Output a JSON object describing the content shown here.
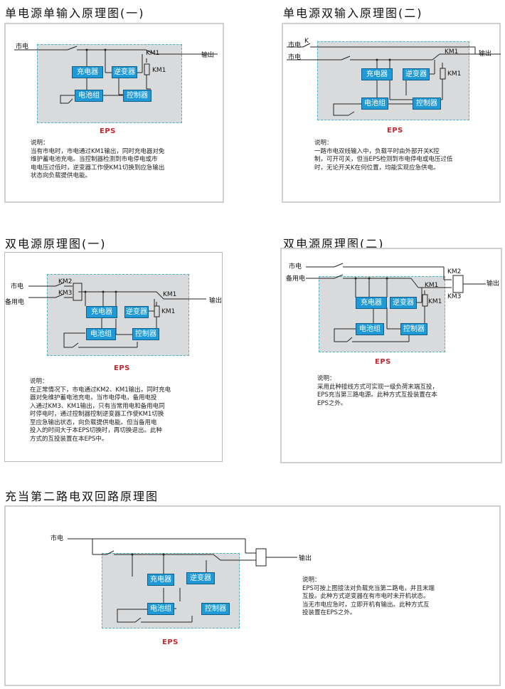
{
  "diagrams": [
    {
      "title": "单电源单输入原理图(一)",
      "labels": {
        "mains": "市电",
        "output": "输出",
        "km1_switch": "KM1",
        "km1_relay": "KM1"
      },
      "blocks": {
        "charger": "充电器",
        "inverter": "逆变器",
        "battery": "电池组",
        "controller": "控制器"
      },
      "eps": "EPS",
      "desc_title": "说明：",
      "desc_lines": [
        "当有市电时，市电通过KM1输出，同时充电器对免",
        "维护蓄电池充电。当控制器检测到市电停电或市",
        "电电压过低时，逆变器工作使KM1切换到应急输出",
        "状态向负载提供电能。"
      ]
    },
    {
      "title": "单电源双输入原理图(二)",
      "labels": {
        "mains1": "市电",
        "switch_k": "K",
        "mains2": "市电",
        "output": "输出",
        "km1_switch": "KM1",
        "km1_relay": "KM1"
      },
      "blocks": {
        "charger": "充电器",
        "inverter": "逆变器",
        "battery": "电池组",
        "controller": "控制器"
      },
      "eps": "EPS",
      "desc_title": "说明：",
      "desc_lines": [
        "一路市电双线输入中，负载平时由外部开关K控",
        "制，可开可关，但当EPS检测到市电停电或电压过低",
        "时，无论开关K在何位置，均能实现应急供电。"
      ]
    },
    {
      "title": "双电源原理图(一)",
      "labels": {
        "mains": "市电",
        "backup": "备用电",
        "km2": "KM2",
        "km3": "KM3",
        "km1_switch": "KM1",
        "km1_relay": "KM1",
        "output": "输出"
      },
      "blocks": {
        "charger": "充电器",
        "inverter": "逆变器",
        "battery": "电池组",
        "controller": "控制器"
      },
      "eps": "EPS",
      "desc_title": "说明：",
      "desc_lines": [
        "在正常情况下，市电通过KM2、KM1输出，同时充电",
        "器对免维护蓄电池充电，当市电停电，备用电投",
        "入通过KM3、KM1输出，只有当常用电和备用电同",
        "时停电时，通过控制器控制逆变器工作使KM1切换",
        "至应急输出状态，向负载提供电能。但当备用电",
        "投入的时间大于本EPS切换时，再切换退出。此种",
        "方式的互投装置在本EPS中。"
      ]
    },
    {
      "title": "双电源原理图(二)",
      "labels": {
        "mains": "市电",
        "backup": "备用电",
        "km2": "KM2",
        "km3": "KM3",
        "km1_switch": "KM1",
        "km1_relay": "KM1",
        "output": "输出"
      },
      "blocks": {
        "charger": "充电器",
        "inverter": "逆变器",
        "battery": "电池组",
        "controller": "控制器"
      },
      "eps": "EPS",
      "desc_title": "说明：",
      "desc_lines": [
        "采用此种接线方式可实现一级负荷末端互投，",
        "EPS充当第三路电源。此种方式互投装置在本",
        "EPS之外。"
      ]
    },
    {
      "title": "充当第二路电双回路原理图",
      "labels": {
        "mains": "市电",
        "output": "输出"
      },
      "blocks": {
        "charger": "充电器",
        "inverter": "逆变器",
        "battery": "电池组",
        "controller": "控制器"
      },
      "eps": "EPS",
      "desc_title": "说明：",
      "desc_lines": [
        "EPS可按上图接法对负载充当第二路电，并且末端",
        "互投。此种方式逆变器在有市电时未开机状态。",
        "当无市电应急时，立即开机有输出。此种方式互",
        "投装置在EPS之外。"
      ]
    }
  ],
  "colors": {
    "block_fill": "#1f9ad6",
    "eps_text": "#c0262c",
    "box_fill": "#d9dadc",
    "box_border": "#4fb3c8"
  }
}
